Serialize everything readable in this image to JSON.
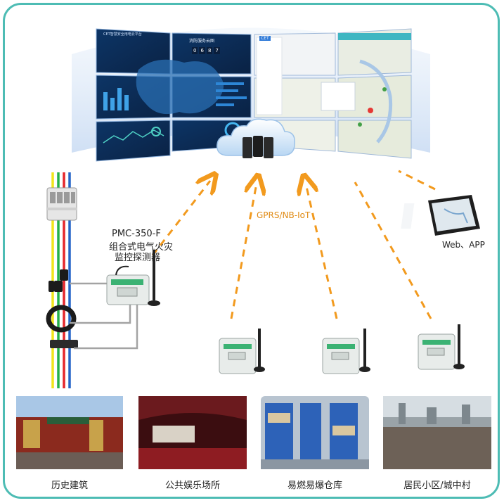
{
  "device": {
    "model": "PMC-350-F",
    "name_line1": "组合式电气火灾",
    "name_line2": "监控探测器"
  },
  "network_label": "GPRS/NB-IoT",
  "client_label": "Web、APP",
  "dashboard": {
    "left_panel_title": "CET智慧安全用电云平台",
    "center_title": "消防服务云图",
    "counter_digits": [
      "0",
      "6",
      "8",
      "7"
    ],
    "app_logo": "CET"
  },
  "scenes": [
    {
      "caption": "历史建筑",
      "icon": "historic-building-photo"
    },
    {
      "caption": "公共娱乐场所",
      "icon": "theater-photo"
    },
    {
      "caption": "易燃易爆仓库",
      "icon": "warehouse-photo"
    },
    {
      "caption": "居民小区/城中村",
      "icon": "residential-photo"
    }
  ],
  "colors": {
    "frame": "#4dbcb4",
    "arrow": "#f29a1e",
    "wire_yellow": "#f2e51b",
    "wire_green": "#25b04a",
    "wire_red": "#e5262c",
    "wire_blue": "#2565c8",
    "screen_dark": "#0c2c55",
    "cloud": "#dfeefc"
  }
}
